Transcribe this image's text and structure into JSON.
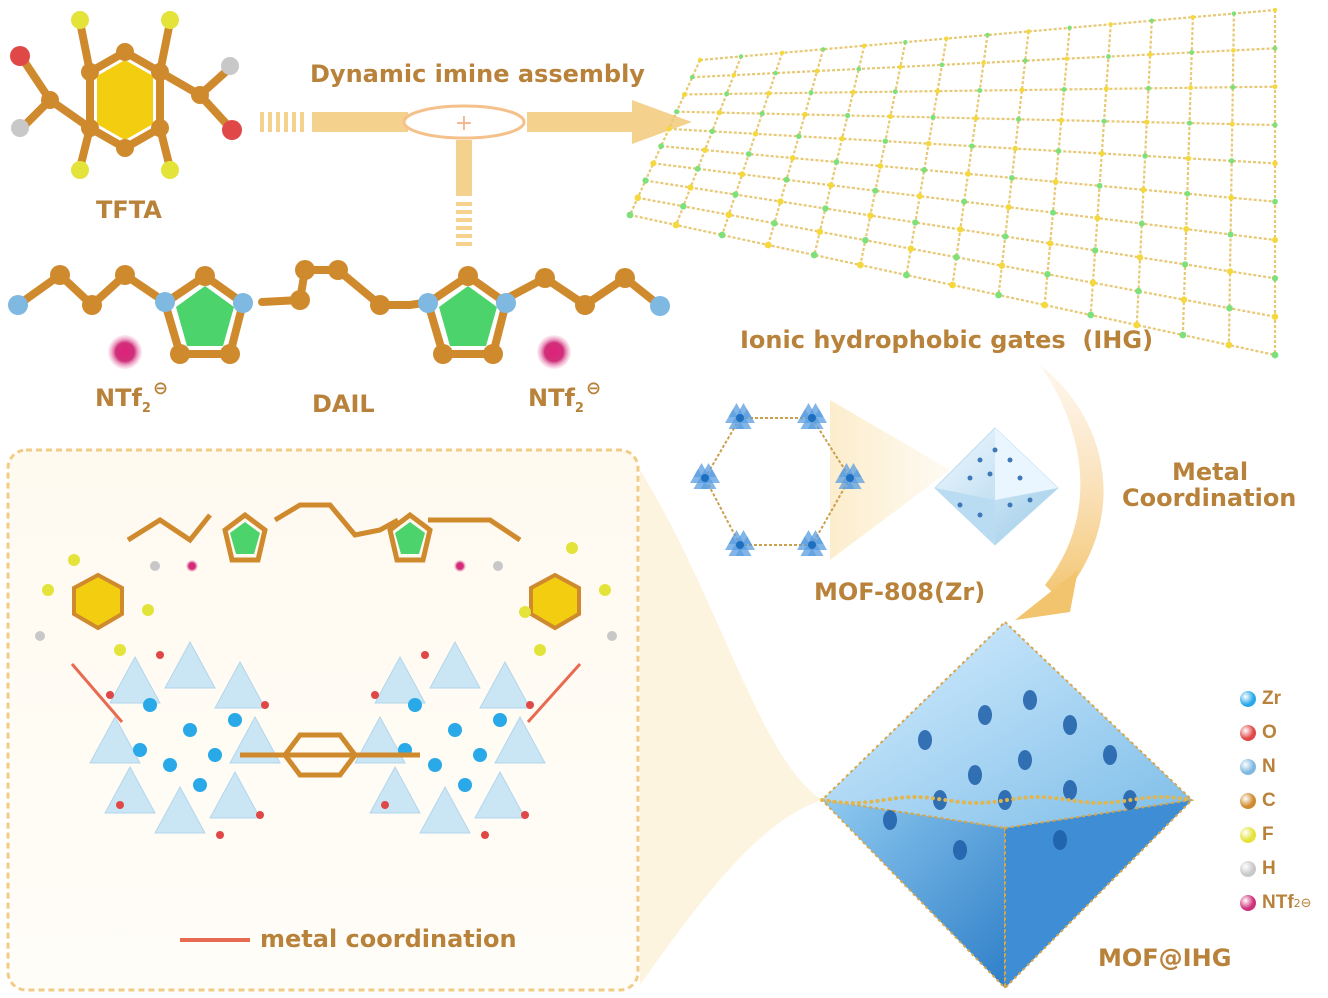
{
  "labels": {
    "top_arrow": "Dynamic imine assembly",
    "tfta": "TFTA",
    "dail": "DAIL",
    "ntf2_left": "NTf",
    "ntf2_right": "NTf",
    "ntf2_sub": "2",
    "ihg": "Ionic hydrophobic gates  (IHG)",
    "metal_coord_line1": "Metal",
    "metal_coord_line2": "Coordination",
    "mof808": "MOF-808(Zr)",
    "mof_ihg": "MOF@IHG",
    "inset_key": "metal coordination"
  },
  "legend": [
    {
      "label": "Zr",
      "color": "#29a9e8"
    },
    {
      "label": "O",
      "color": "#e04848"
    },
    {
      "label": "N",
      "color": "#7fb8e0"
    },
    {
      "label": "C",
      "color": "#d08a2e"
    },
    {
      "label": "F",
      "color": "#e3e33a"
    },
    {
      "label": "H",
      "color": "#c8c8c8"
    },
    {
      "label": "NTf",
      "color": "#d0307a",
      "sub": "2"
    }
  ],
  "colors": {
    "accent_text": "#b8823a",
    "arrow": "#f5d18e",
    "carbon": "#d08a2e",
    "oxygen": "#e04848",
    "nitrogen": "#7fb8e0",
    "fluorine": "#e3e33a",
    "hydrogen": "#c8c8c8",
    "benzene_ring": "#f2cd10",
    "imidazolium_ring": "#4cd36c",
    "zirconium": "#29a9e8",
    "ntf2": "#d0307a",
    "mof_blue": "#a8d8f4",
    "coord_line": "#e86a50"
  }
}
